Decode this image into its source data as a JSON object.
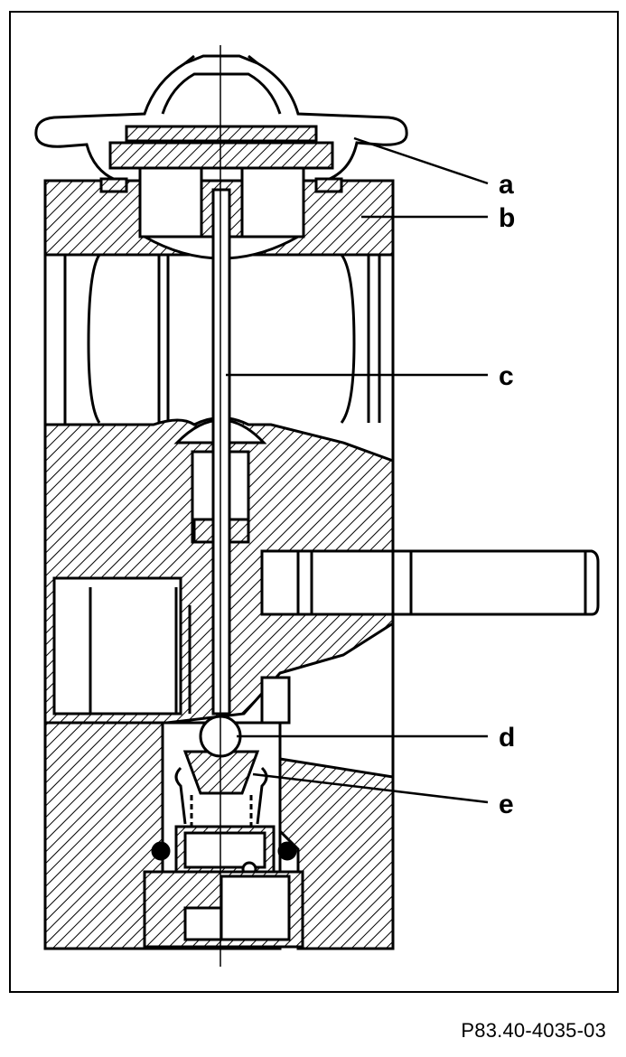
{
  "diagram": {
    "callouts": [
      {
        "id": "a",
        "label": "a"
      },
      {
        "id": "b",
        "label": "b"
      },
      {
        "id": "c",
        "label": "c"
      },
      {
        "id": "d",
        "label": "d"
      },
      {
        "id": "e",
        "label": "e"
      }
    ]
  },
  "footer": {
    "figure_id": "P83.40-4035-03"
  }
}
